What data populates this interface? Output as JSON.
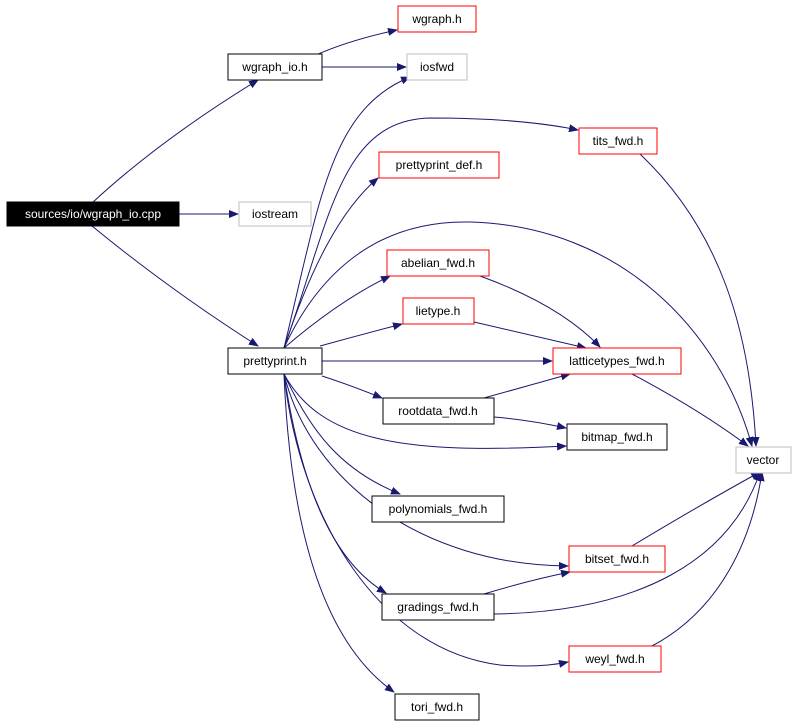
{
  "nodes": [
    {
      "id": "wgraph_io_cpp",
      "label": "sources/io/wgraph_io.cpp",
      "style": "root"
    },
    {
      "id": "wgraph_io_h",
      "label": "wgraph_io.h",
      "style": "black"
    },
    {
      "id": "wgraph_h",
      "label": "wgraph.h",
      "style": "red"
    },
    {
      "id": "iosfwd",
      "label": "iosfwd",
      "style": "gray"
    },
    {
      "id": "iostream",
      "label": "iostream",
      "style": "gray"
    },
    {
      "id": "prettyprint_h",
      "label": "prettyprint.h",
      "style": "black"
    },
    {
      "id": "tits_fwd_h",
      "label": "tits_fwd.h",
      "style": "red"
    },
    {
      "id": "prettyprint_def_h",
      "label": "prettyprint_def.h",
      "style": "red"
    },
    {
      "id": "abelian_fwd_h",
      "label": "abelian_fwd.h",
      "style": "red"
    },
    {
      "id": "lietype_h",
      "label": "lietype.h",
      "style": "red"
    },
    {
      "id": "latticetypes_fwd_h",
      "label": "latticetypes_fwd.h",
      "style": "red"
    },
    {
      "id": "rootdata_fwd_h",
      "label": "rootdata_fwd.h",
      "style": "black"
    },
    {
      "id": "bitmap_fwd_h",
      "label": "bitmap_fwd.h",
      "style": "black"
    },
    {
      "id": "vector",
      "label": "vector",
      "style": "gray"
    },
    {
      "id": "polynomials_fwd_h",
      "label": "polynomials_fwd.h",
      "style": "black"
    },
    {
      "id": "bitset_fwd_h",
      "label": "bitset_fwd.h",
      "style": "red"
    },
    {
      "id": "gradings_fwd_h",
      "label": "gradings_fwd.h",
      "style": "black"
    },
    {
      "id": "weyl_fwd_h",
      "label": "weyl_fwd.h",
      "style": "red"
    },
    {
      "id": "tori_fwd_h",
      "label": "tori_fwd.h",
      "style": "black"
    }
  ],
  "edges": [
    {
      "from": "wgraph_io_cpp",
      "to": "wgraph_io_h"
    },
    {
      "from": "wgraph_io_cpp",
      "to": "iostream"
    },
    {
      "from": "wgraph_io_cpp",
      "to": "prettyprint_h"
    },
    {
      "from": "wgraph_io_h",
      "to": "wgraph_h"
    },
    {
      "from": "wgraph_io_h",
      "to": "iosfwd"
    },
    {
      "from": "prettyprint_h",
      "to": "iosfwd"
    },
    {
      "from": "prettyprint_h",
      "to": "tits_fwd_h"
    },
    {
      "from": "prettyprint_h",
      "to": "prettyprint_def_h"
    },
    {
      "from": "prettyprint_h",
      "to": "vector"
    },
    {
      "from": "prettyprint_h",
      "to": "abelian_fwd_h"
    },
    {
      "from": "prettyprint_h",
      "to": "lietype_h"
    },
    {
      "from": "prettyprint_h",
      "to": "latticetypes_fwd_h"
    },
    {
      "from": "prettyprint_h",
      "to": "rootdata_fwd_h"
    },
    {
      "from": "prettyprint_h",
      "to": "bitmap_fwd_h"
    },
    {
      "from": "prettyprint_h",
      "to": "polynomials_fwd_h"
    },
    {
      "from": "prettyprint_h",
      "to": "bitset_fwd_h"
    },
    {
      "from": "prettyprint_h",
      "to": "gradings_fwd_h"
    },
    {
      "from": "prettyprint_h",
      "to": "weyl_fwd_h"
    },
    {
      "from": "prettyprint_h",
      "to": "tori_fwd_h"
    },
    {
      "from": "tits_fwd_h",
      "to": "vector"
    },
    {
      "from": "abelian_fwd_h",
      "to": "latticetypes_fwd_h"
    },
    {
      "from": "lietype_h",
      "to": "latticetypes_fwd_h"
    },
    {
      "from": "latticetypes_fwd_h",
      "to": "vector"
    },
    {
      "from": "rootdata_fwd_h",
      "to": "latticetypes_fwd_h"
    },
    {
      "from": "rootdata_fwd_h",
      "to": "bitmap_fwd_h"
    },
    {
      "from": "bitset_fwd_h",
      "to": "vector"
    },
    {
      "from": "gradings_fwd_h",
      "to": "bitset_fwd_h"
    },
    {
      "from": "gradings_fwd_h",
      "to": "vector"
    },
    {
      "from": "weyl_fwd_h",
      "to": "vector"
    }
  ],
  "colors": {
    "edge": "#191970",
    "root_fill": "#000000",
    "root_text": "#ffffff",
    "black_border": "#000000",
    "red_border": "#ff0000",
    "gray_border": "#bfbfbf",
    "node_fill": "#ffffff",
    "node_text": "#000000"
  }
}
